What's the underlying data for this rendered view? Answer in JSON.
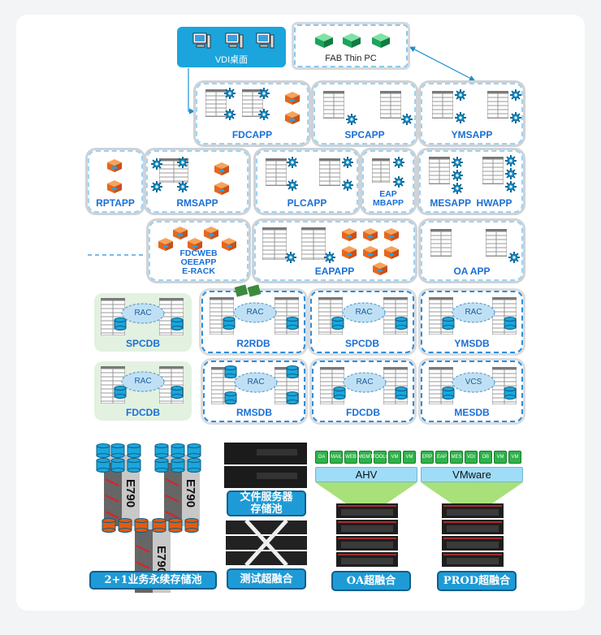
{
  "colors": {
    "accent_blue": "#1a6fd6",
    "vdi_fill": "#1ca4dc",
    "db_green": "#e2f1e0",
    "vm_tag_green": "#2fb24a",
    "plate_blue": "#1e9bd6"
  },
  "clients": {
    "vdi": "VDI桌面",
    "fab": "FAB Thin PC"
  },
  "apps": {
    "fdcapp": "FDCAPP",
    "spcapp": "SPCAPP",
    "ymsapp": "YMSAPP",
    "rptapp": "RPTAPP",
    "rmsapp": "RMSAPP",
    "plcapp": "PLCAPP",
    "eap_mbapp": "EAP\nMBAPP",
    "mes_hwapp": "MESAPP  HWAPP",
    "fdcweb": "FDCWEB\nOEEAPP\nE-RACK",
    "eapapp": "EAPAPP",
    "oaapp": "OA APP"
  },
  "dbs": {
    "spcdb_a": "SPCDB",
    "r2rdb": "R2RDB",
    "spcdb_b": "SPCDB",
    "ymsdb": "YMSDB",
    "fdcdb_a": "FDCDB",
    "rmsdb": "RMSDB",
    "fdcdb_b": "FDCDB",
    "mesdb": "MESDB",
    "cluster_rac": "RAC",
    "cluster_vcs": "VCS"
  },
  "storage": {
    "array_model": "E790",
    "business_pool": "2+1业务永续存储池",
    "file_pool": "文件服务器\n存储池",
    "test_hci": "测试超融合"
  },
  "hci": {
    "oa": {
      "tags": [
        "OA",
        "MAIL",
        "WEB",
        "MGMT",
        "TOOLs",
        "VM",
        "VM"
      ],
      "hypervisor": "AHV",
      "label": "OA超融合"
    },
    "prod": {
      "tags": [
        "ERP",
        "EAP",
        "MES",
        "VDI",
        "DB",
        "VM",
        "VM"
      ],
      "hypervisor": "VMware",
      "label": "PROD超融合"
    }
  }
}
